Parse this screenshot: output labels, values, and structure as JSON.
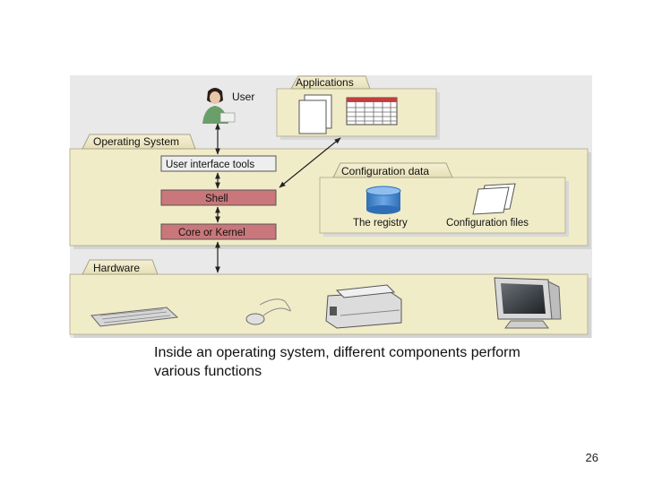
{
  "diagram": {
    "labels": {
      "user": "User",
      "applications": "Applications",
      "operating_system": "Operating System",
      "user_interface_tools": "User interface tools",
      "shell": "Shell",
      "core_or_kernel": "Core or Kernel",
      "configuration_data": "Configuration data",
      "the_registry": "The registry",
      "configuration_files": "Configuration files",
      "hardware": "Hardware"
    },
    "icons": [
      "user-person-icon",
      "document-icon",
      "spreadsheet-window-icon",
      "registry-database-icon",
      "configuration-files-icon",
      "keyboard-icon",
      "mouse-icon",
      "printer-icon",
      "monitor-icon"
    ],
    "colors": {
      "background_panel": "#e9e9e9",
      "section_fill": "#f1ecc8",
      "kernel_box": "#c9777b",
      "registry_cylinder": "#4a8ad0"
    }
  },
  "caption": "Inside an operating system, different components perform various functions",
  "page_number": "26"
}
